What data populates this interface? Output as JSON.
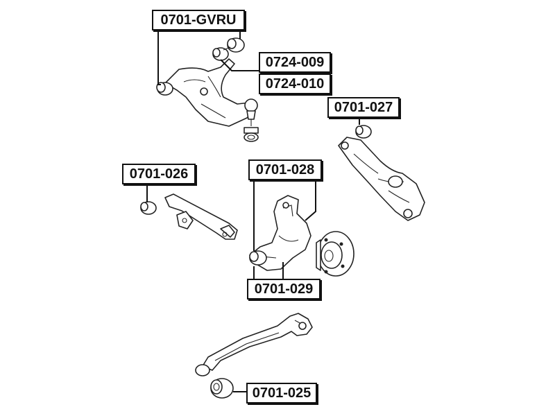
{
  "labels": {
    "gvru": "0701-GVRU",
    "p0724_009": "0724-009",
    "p0724_010": "0724-010",
    "p0701_027": "0701-027",
    "p0701_026": "0701-026",
    "p0701_028": "0701-028",
    "p0701_029": "0701-029",
    "p0701_025": "0701-025"
  },
  "colors": {
    "line": "#222222",
    "label_border": "#111111",
    "background": "#ffffff"
  }
}
